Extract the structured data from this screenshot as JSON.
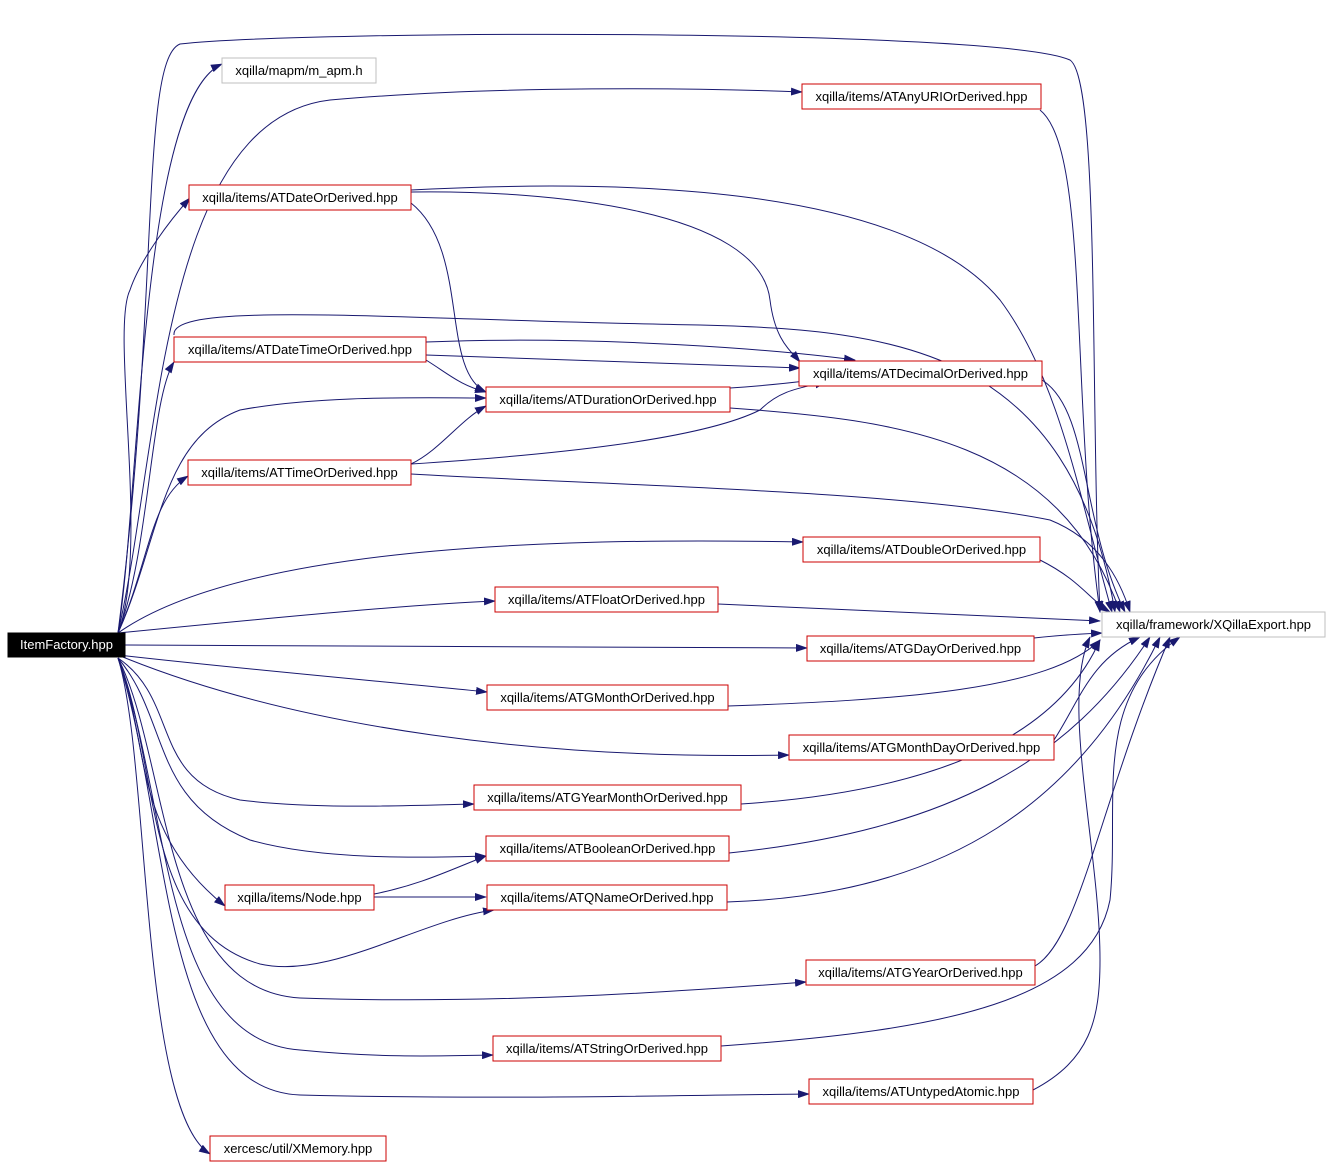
{
  "colors": {
    "edge": "#191970",
    "node_border_red": "#cc0000",
    "node_border_gray": "#bfbfbf",
    "root_fill": "#000000",
    "root_text": "#ffffff",
    "text": "#000000"
  },
  "nodes": {
    "root": "ItemFactory.hpp",
    "mapm": "xqilla/mapm/m_apm.h",
    "anyuri": "xqilla/items/ATAnyURIOrDerived.hpp",
    "date": "xqilla/items/ATDateOrDerived.hpp",
    "datetime": "xqilla/items/ATDateTimeOrDerived.hpp",
    "decimal": "xqilla/items/ATDecimalOrDerived.hpp",
    "duration": "xqilla/items/ATDurationOrDerived.hpp",
    "time": "xqilla/items/ATTimeOrDerived.hpp",
    "double": "xqilla/items/ATDoubleOrDerived.hpp",
    "float": "xqilla/items/ATFloatOrDerived.hpp",
    "export": "xqilla/framework/XQillaExport.hpp",
    "gday": "xqilla/items/ATGDayOrDerived.hpp",
    "gmonth": "xqilla/items/ATGMonthOrDerived.hpp",
    "gmonthday": "xqilla/items/ATGMonthDayOrDerived.hpp",
    "gyearmonth": "xqilla/items/ATGYearMonthOrDerived.hpp",
    "boolean": "xqilla/items/ATBooleanOrDerived.hpp",
    "node": "xqilla/items/Node.hpp",
    "qname": "xqilla/items/ATQNameOrDerived.hpp",
    "gyear": "xqilla/items/ATGYearOrDerived.hpp",
    "string": "xqilla/items/ATStringOrDerived.hpp",
    "untyped": "xqilla/items/ATUntypedAtomic.hpp",
    "xmemory": "xercesc/util/XMemory.hpp"
  }
}
